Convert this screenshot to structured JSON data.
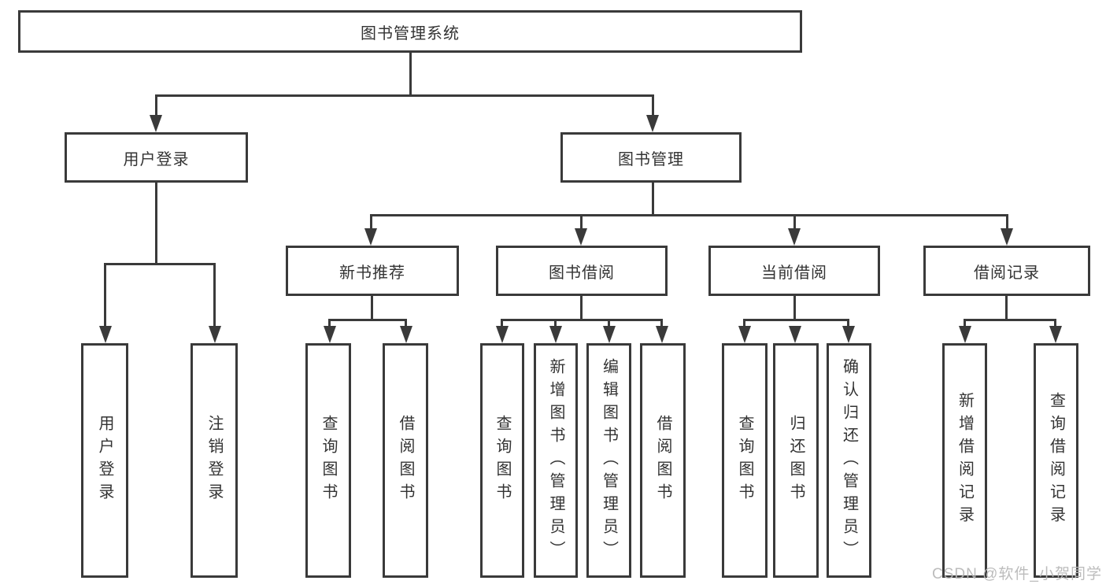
{
  "diagram_type": "hierarchy-tree",
  "tree": {
    "root": {
      "label": "图书管理系统",
      "children": [
        {
          "label": "用户登录",
          "children": [
            {
              "label": "用户登录"
            },
            {
              "label": "注销登录"
            }
          ]
        },
        {
          "label": "图书管理",
          "children": [
            {
              "label": "新书推荐",
              "children": [
                {
                  "label": "查询图书"
                },
                {
                  "label": "借阅图书"
                }
              ]
            },
            {
              "label": "图书借阅",
              "children": [
                {
                  "label": "查询图书"
                },
                {
                  "label": "新增图书（管理员）"
                },
                {
                  "label": "编辑图书（管理员）"
                },
                {
                  "label": "借阅图书"
                }
              ]
            },
            {
              "label": "当前借阅",
              "children": [
                {
                  "label": "查询图书"
                },
                {
                  "label": "归还图书"
                },
                {
                  "label": "确认归还（管理员）"
                }
              ]
            },
            {
              "label": "借阅记录",
              "children": [
                {
                  "label": "新增借阅记录"
                },
                {
                  "label": "查询借阅记录"
                }
              ]
            }
          ]
        }
      ]
    }
  },
  "colors": {
    "stroke": "#3a3a3a",
    "text": "#333333",
    "background": "#ffffff",
    "watermark": "#b8b8b8"
  },
  "watermark": {
    "text": "CSDN @软件_小贺同学"
  }
}
